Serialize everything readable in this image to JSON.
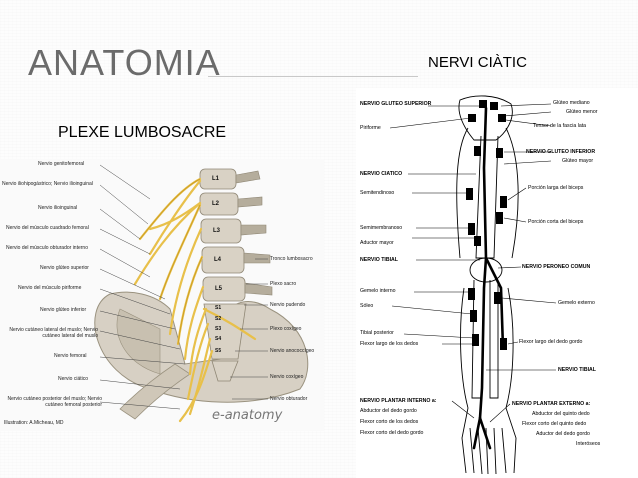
{
  "slide": {
    "title": "ANATOMIA",
    "subtitle_left": "PLEXE LUMBOSACRE",
    "subtitle_right": "NERVI CIÀTIC"
  },
  "left_figure": {
    "labels_left": [
      "Nervio genitofemoral",
      "Nervio iliohipogástrico; Nervio ilioinguinal",
      "Nervio ilioinguinal",
      "Nervio del músculo cuadrado femoral",
      "Nervio del músculo obturador interno",
      "Nervio glúteo superior",
      "Nervio del músculo piriforme",
      "Nervio glúteo inferior",
      "Nervio cutáneo lateral del muslo; Nervio cutáneo lateral del muslo",
      "Nervio femoral",
      "Nervio ciático",
      "Nervio cutáneo posterior del muslo; Nervio cutáneo femoral posterior"
    ],
    "labels_right": [
      "Tronco lumbosacro",
      "Plexo sacro",
      "Nervio pudendo",
      "Plexo coxígeo",
      "Nervio anococcígeo",
      "Nervio coxígeo",
      "Nervio obturador"
    ],
    "vertebrae": [
      "L1",
      "L2",
      "L3",
      "L4",
      "L5",
      "S1",
      "S2",
      "S3",
      "S4",
      "S5"
    ],
    "credit": "Illustration: A.Micheau, MD",
    "logo": "e-anatomy"
  },
  "right_figure": {
    "labels_left": [
      "NERVIO GLUTEO SUPERIOR",
      "Piriforme",
      "NERVIO CIATICO",
      "Semitendinoso",
      "Semimembranoso",
      "Aductor mayor",
      "NERVIO TIBIAL",
      "Gemelo interno",
      "Sóleo",
      "Tibial posterior",
      "Flexor largo de los dedos",
      "NERVIO PLANTAR INTERNO a:",
      "Abductor del dedo gordo",
      "Flexor corto de los dedos",
      "Flexor corto del dedo gordo"
    ],
    "labels_right": [
      "Glúteo mediano",
      "Glúteo menor",
      "Tensor de la fascia lata",
      "NERVIO GLUTEO INFERIOR",
      "Glúteo mayor",
      "Porción larga del biceps",
      "Porción corta del biceps",
      "NERVIO PERONEO COMUN",
      "Gemelo externo",
      "Flexor largo del dedo gordo",
      "NERVIO TIBIAL",
      "NERVIO PLANTAR EXTERNO a:",
      "Abductor del quinto dedo",
      "Flexor corto del quinto dedo",
      "Aductor del dedo gordo",
      "Interóseos"
    ]
  },
  "colors": {
    "title": "#6b6b6b",
    "nerve_yellow": "#e8c04a",
    "bone": "#d7d0c4"
  }
}
